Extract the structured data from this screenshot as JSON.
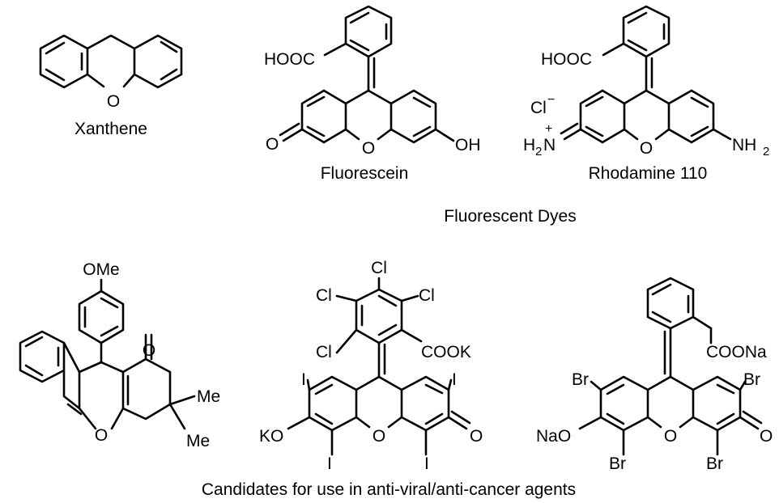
{
  "captions": {
    "xanthene": "Xanthene",
    "fluorescein": "Fluorescein",
    "rhodamine": "Rhodamine 110",
    "group_top": "Fluorescent Dyes",
    "group_bottom": "Candidates for use in anti-viral/anti-cancer agents"
  },
  "labels": {
    "o": "O",
    "hooc": "HOOC",
    "oh": "OH",
    "cl": "Cl",
    "minus": "−",
    "plus": "+",
    "h2n": "H",
    "two": "2",
    "n": "N",
    "nh": "NH",
    "ome": "OMe",
    "me": "Me",
    "cook": "COOK",
    "ko": "KO",
    "i": "I",
    "coona": "COONa",
    "nao": "NaO",
    "br": "Br"
  }
}
